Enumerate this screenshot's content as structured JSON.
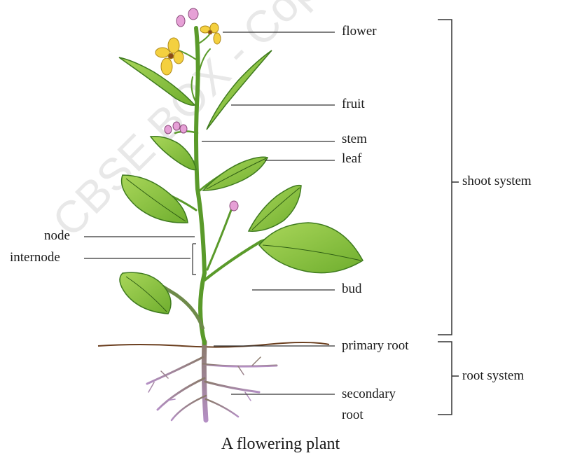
{
  "labels": {
    "flower": "flower",
    "fruit": "fruit",
    "stem": "stem",
    "leaf": "leaf",
    "node": "node",
    "internode": "internode",
    "bud": "bud",
    "primary_root": "primary root",
    "secondary_root_1": "secondary",
    "secondary_root_2": "root",
    "shoot_system": "shoot system",
    "root_system": "root system"
  },
  "caption": "A flowering plant",
  "watermark": "CBSE BOX - Copyright Protected",
  "colors": {
    "leaf": "#8cc63f",
    "leaf_dark": "#3e7a1e",
    "stem": "#5a9a2a",
    "flower": "#f4d03f",
    "bud": "#d98cc4",
    "root": "#9a7aa6",
    "soil": "#6b3f1f",
    "line": "#333333"
  }
}
